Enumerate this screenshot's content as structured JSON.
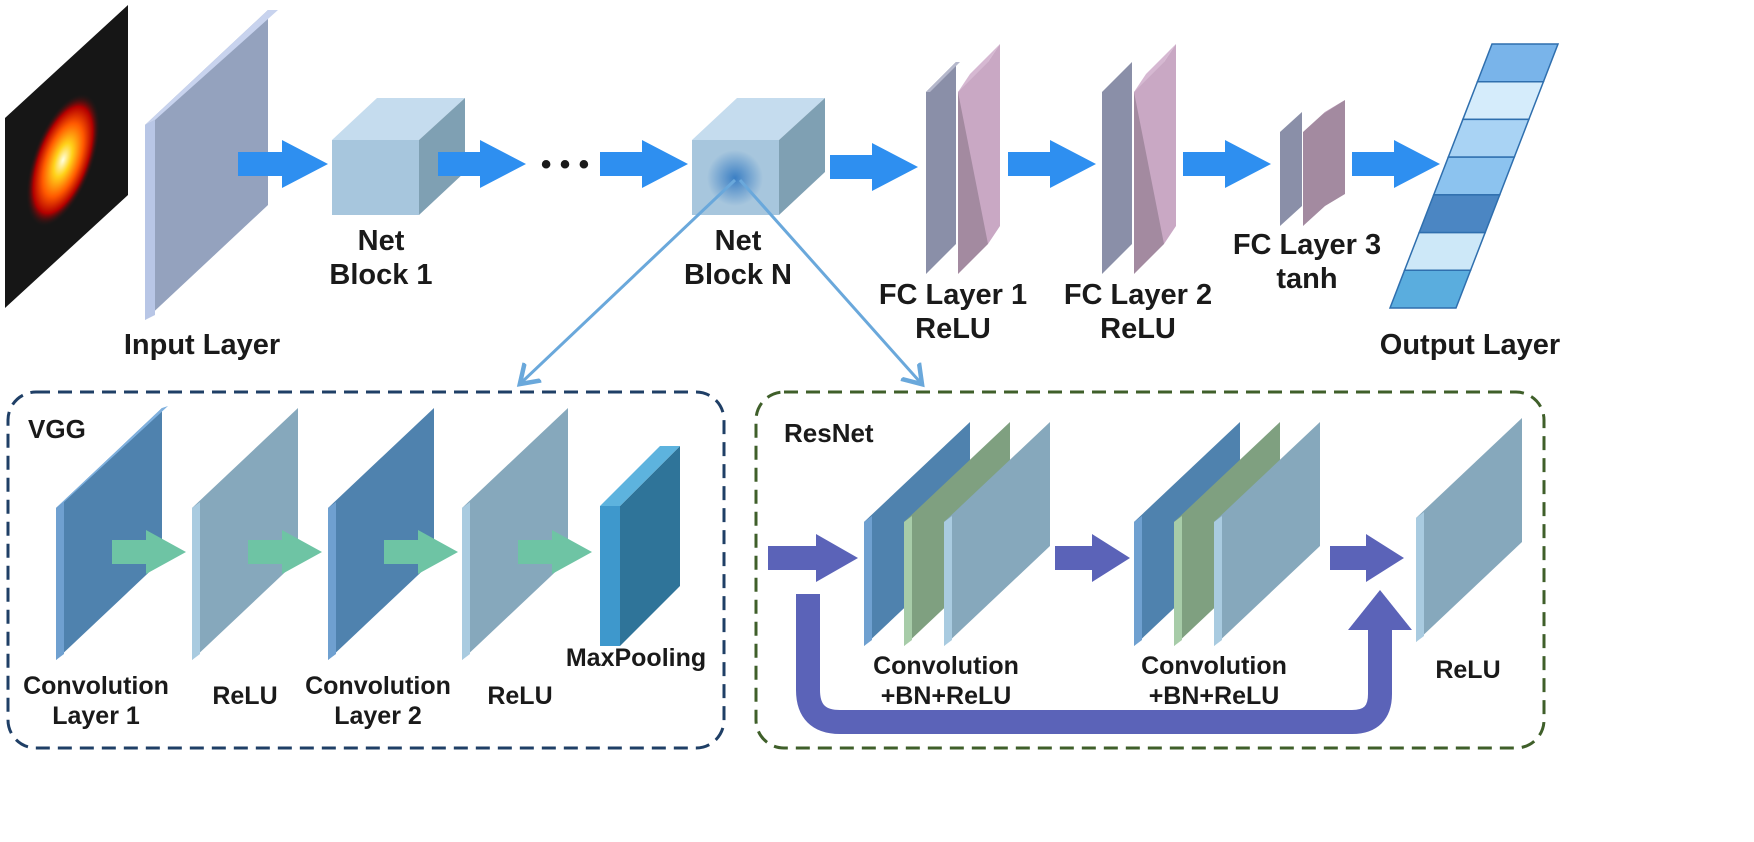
{
  "top": {
    "input_label": "Input Layer",
    "net_block_1": [
      "Net",
      "Block 1"
    ],
    "ellipsis": "• • •",
    "net_block_n": [
      "Net",
      "Block N"
    ],
    "fc1": [
      "FC Layer 1",
      "ReLU"
    ],
    "fc2": [
      "FC Layer 2",
      "ReLU"
    ],
    "fc3": [
      "FC Layer 3",
      "tanh"
    ],
    "output_label": "Output Layer"
  },
  "vgg": {
    "title": "VGG",
    "conv1": [
      "Convolution",
      "Layer 1"
    ],
    "relu1": "ReLU",
    "conv2": [
      "Convolution",
      "Layer 2"
    ],
    "relu2": "ReLU",
    "maxpool": "MaxPooling"
  },
  "resnet": {
    "title": "ResNet",
    "block1": [
      "Convolution",
      "+BN+ReLU"
    ],
    "block2": [
      "Convolution",
      "+BN+ReLU"
    ],
    "relu": "ReLU"
  },
  "colors": {
    "arrow_blue": "#2E8FF0",
    "arrow_green": "#6EC4A4",
    "arrow_purple": "#5B63B8",
    "vgg_border": "#1F3F66",
    "resnet_border": "#3F5F2A",
    "conv_blue": "#4F82AE",
    "relu_grey_blue": "#7FA1B5",
    "bn_green": "#7FA080",
    "fc_purple": "#A38AA0",
    "fc_grey": "#8A8FA8"
  },
  "output_cells": [
    "#79B4EA",
    "#D5ECFB",
    "#A9D3F4",
    "#8CC3EF",
    "#4B86C3",
    "#CDE8F8",
    "#5AADDE"
  ]
}
